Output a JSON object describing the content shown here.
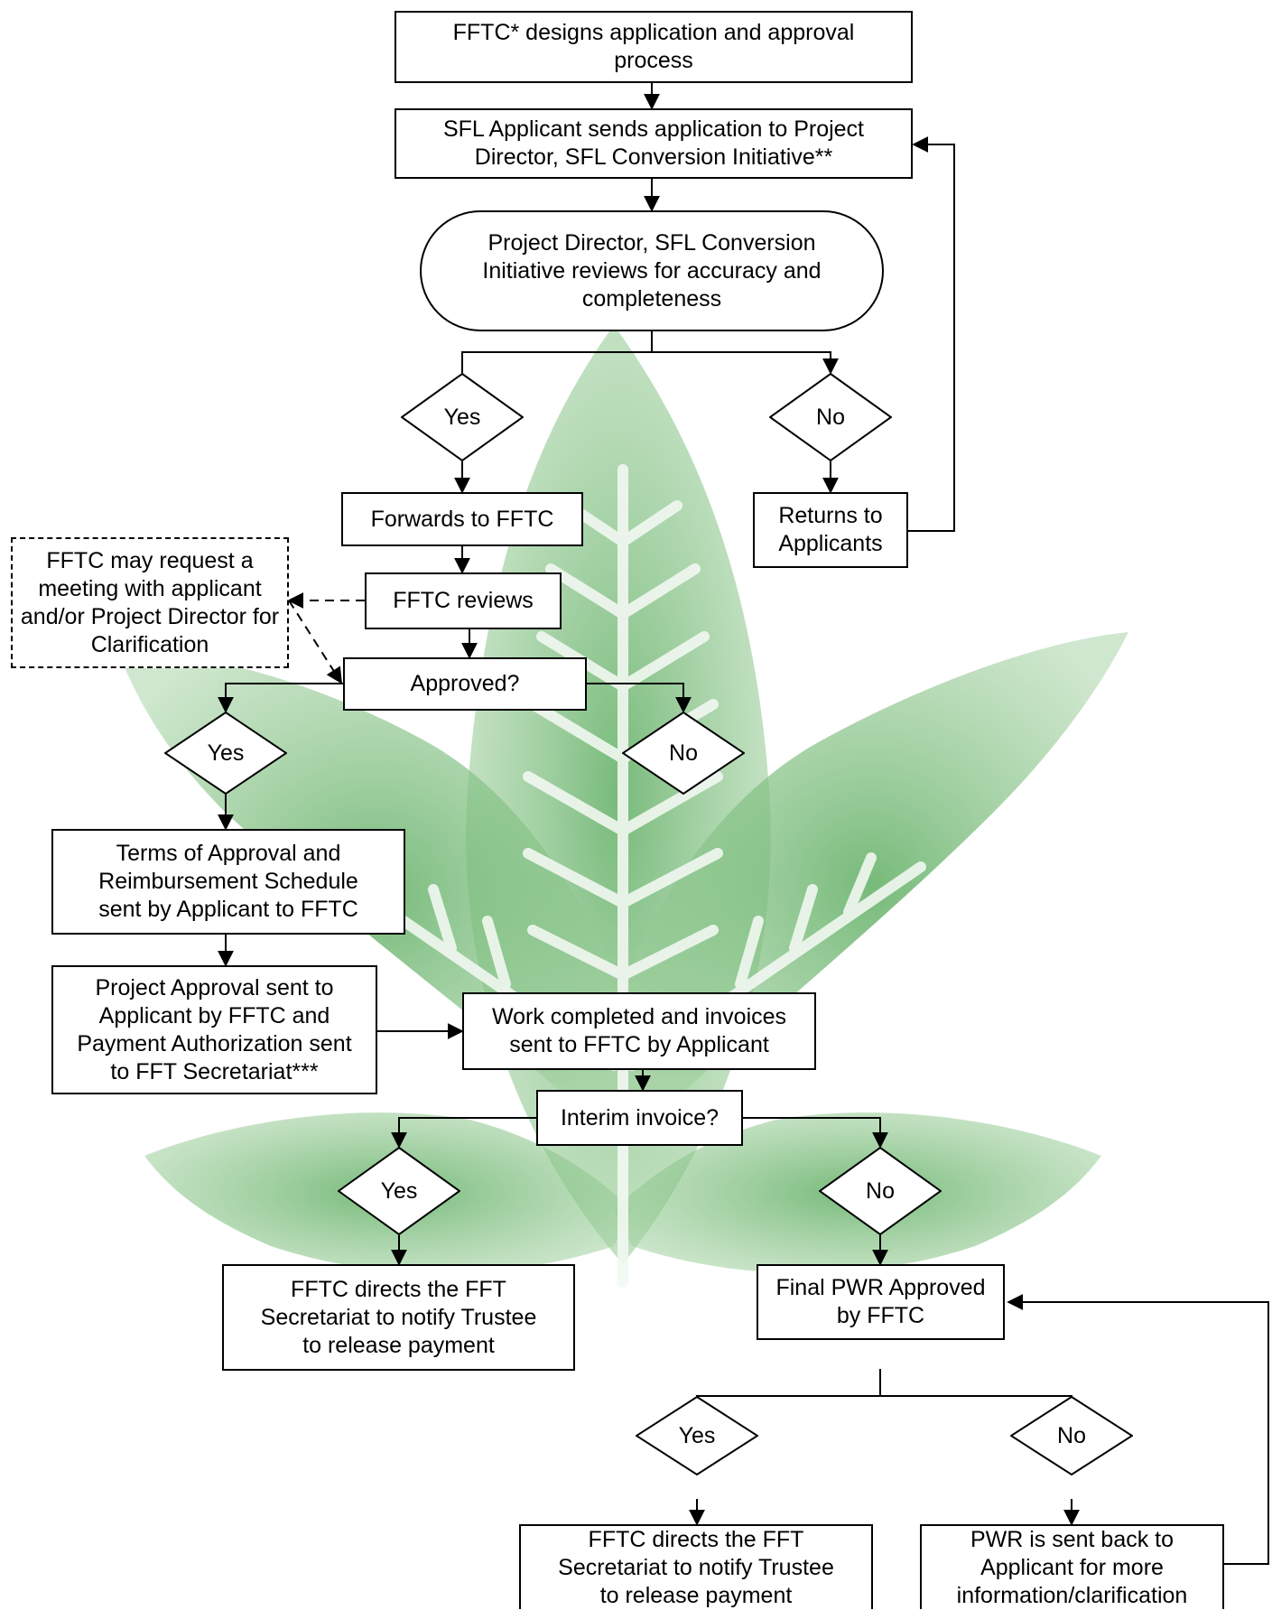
{
  "nodes": {
    "start": "FFTC* designs application and approval process",
    "send_application": "SFL Applicant sends application to Project Director, SFL Conversion Initiative**",
    "review_accuracy": "Project Director, SFL Conversion Initiative reviews for accuracy and completeness",
    "forwards": "Forwards to FFTC",
    "returns": "Returns to Applicants",
    "meeting_note": "FFTC may request a meeting with applicant and/or Project Director for Clarification",
    "fftc_reviews": "FFTC reviews",
    "approved_q": "Approved?",
    "terms": "Terms of Approval and Reimbursement Schedule sent by Applicant to FFTC",
    "project_approval": "Project Approval sent to Applicant by FFTC and Payment Authorization sent to FFT Secretariat***",
    "work_completed": "Work completed and invoices sent to FFTC by Applicant",
    "interim_q": "Interim invoice?",
    "directs_interim": "FFTC directs the FFT Secretariat to notify Trustee to release payment",
    "final_pwr": "Final PWR Approved by FFTC",
    "directs_final": "FFTC directs the FFT Secretariat to notify Trustee to release payment",
    "pwr_back": "PWR is sent back to Applicant for more information/clarification"
  },
  "decisions": {
    "yes": "Yes",
    "no": "No"
  },
  "colors": {
    "leaf": "#8cc68c",
    "vein": "#f2f8f2",
    "line": "#000000"
  }
}
